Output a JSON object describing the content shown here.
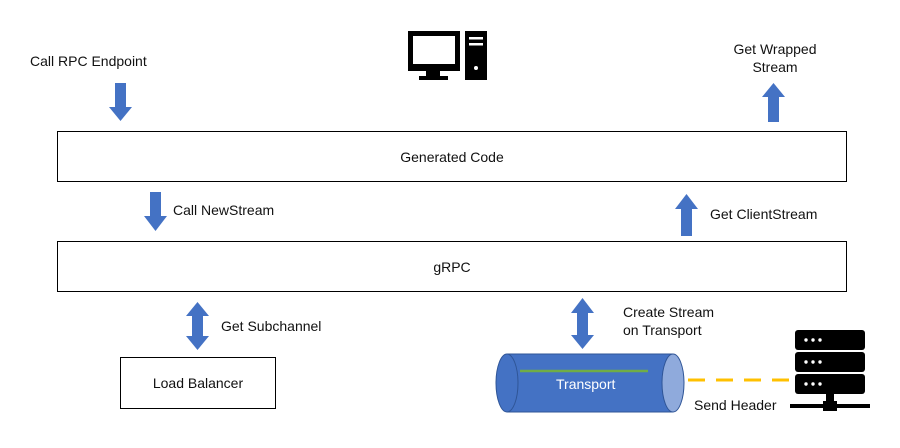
{
  "labels": {
    "call_rpc_endpoint": "Call RPC Endpoint",
    "get_wrapped_stream": [
      "Get Wrapped",
      "Stream"
    ],
    "call_newstream": "Call NewStream",
    "get_clientstream": "Get ClientStream",
    "get_subchannel": "Get Subchannel",
    "create_stream": [
      "Create Stream",
      "on Transport"
    ],
    "send_header": "Send Header"
  },
  "boxes": {
    "generated_code": "Generated Code",
    "grpc": "gRPC",
    "load_balancer": "Load Balancer",
    "transport": "Transport"
  },
  "icons": {
    "client": "desktop-computer-icon",
    "server": "server-rack-icon"
  },
  "colors": {
    "arrow": "#4472c4",
    "transport_fill": "#4472c4",
    "transport_line": "#70ad47",
    "send_header_line": "#ffc000"
  }
}
